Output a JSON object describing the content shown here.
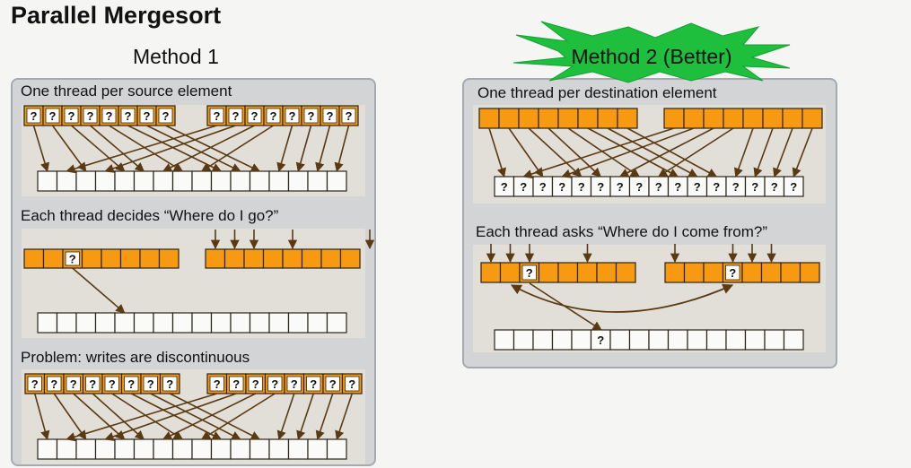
{
  "slide": {
    "title": "Parallel Mergesort",
    "method1_label": "Method 1",
    "method2_label": "Method 2 (Better)"
  },
  "method1": {
    "caption_a": "One thread per source element",
    "caption_b": "Each thread decides “Where do I go?”",
    "caption_c": "Problem: writes are discontinuous"
  },
  "method2": {
    "caption_a": "One thread per destination element",
    "caption_b": "Each thread asks “Where do I come from?”"
  },
  "symbols": {
    "unknown_mark": "?"
  },
  "colors": {
    "orange": "#f79a12",
    "white_cell": "#fafaf8",
    "arrow": "#5a3a12",
    "burst": "#1fbf3e",
    "panel": "#d2d4d6"
  }
}
